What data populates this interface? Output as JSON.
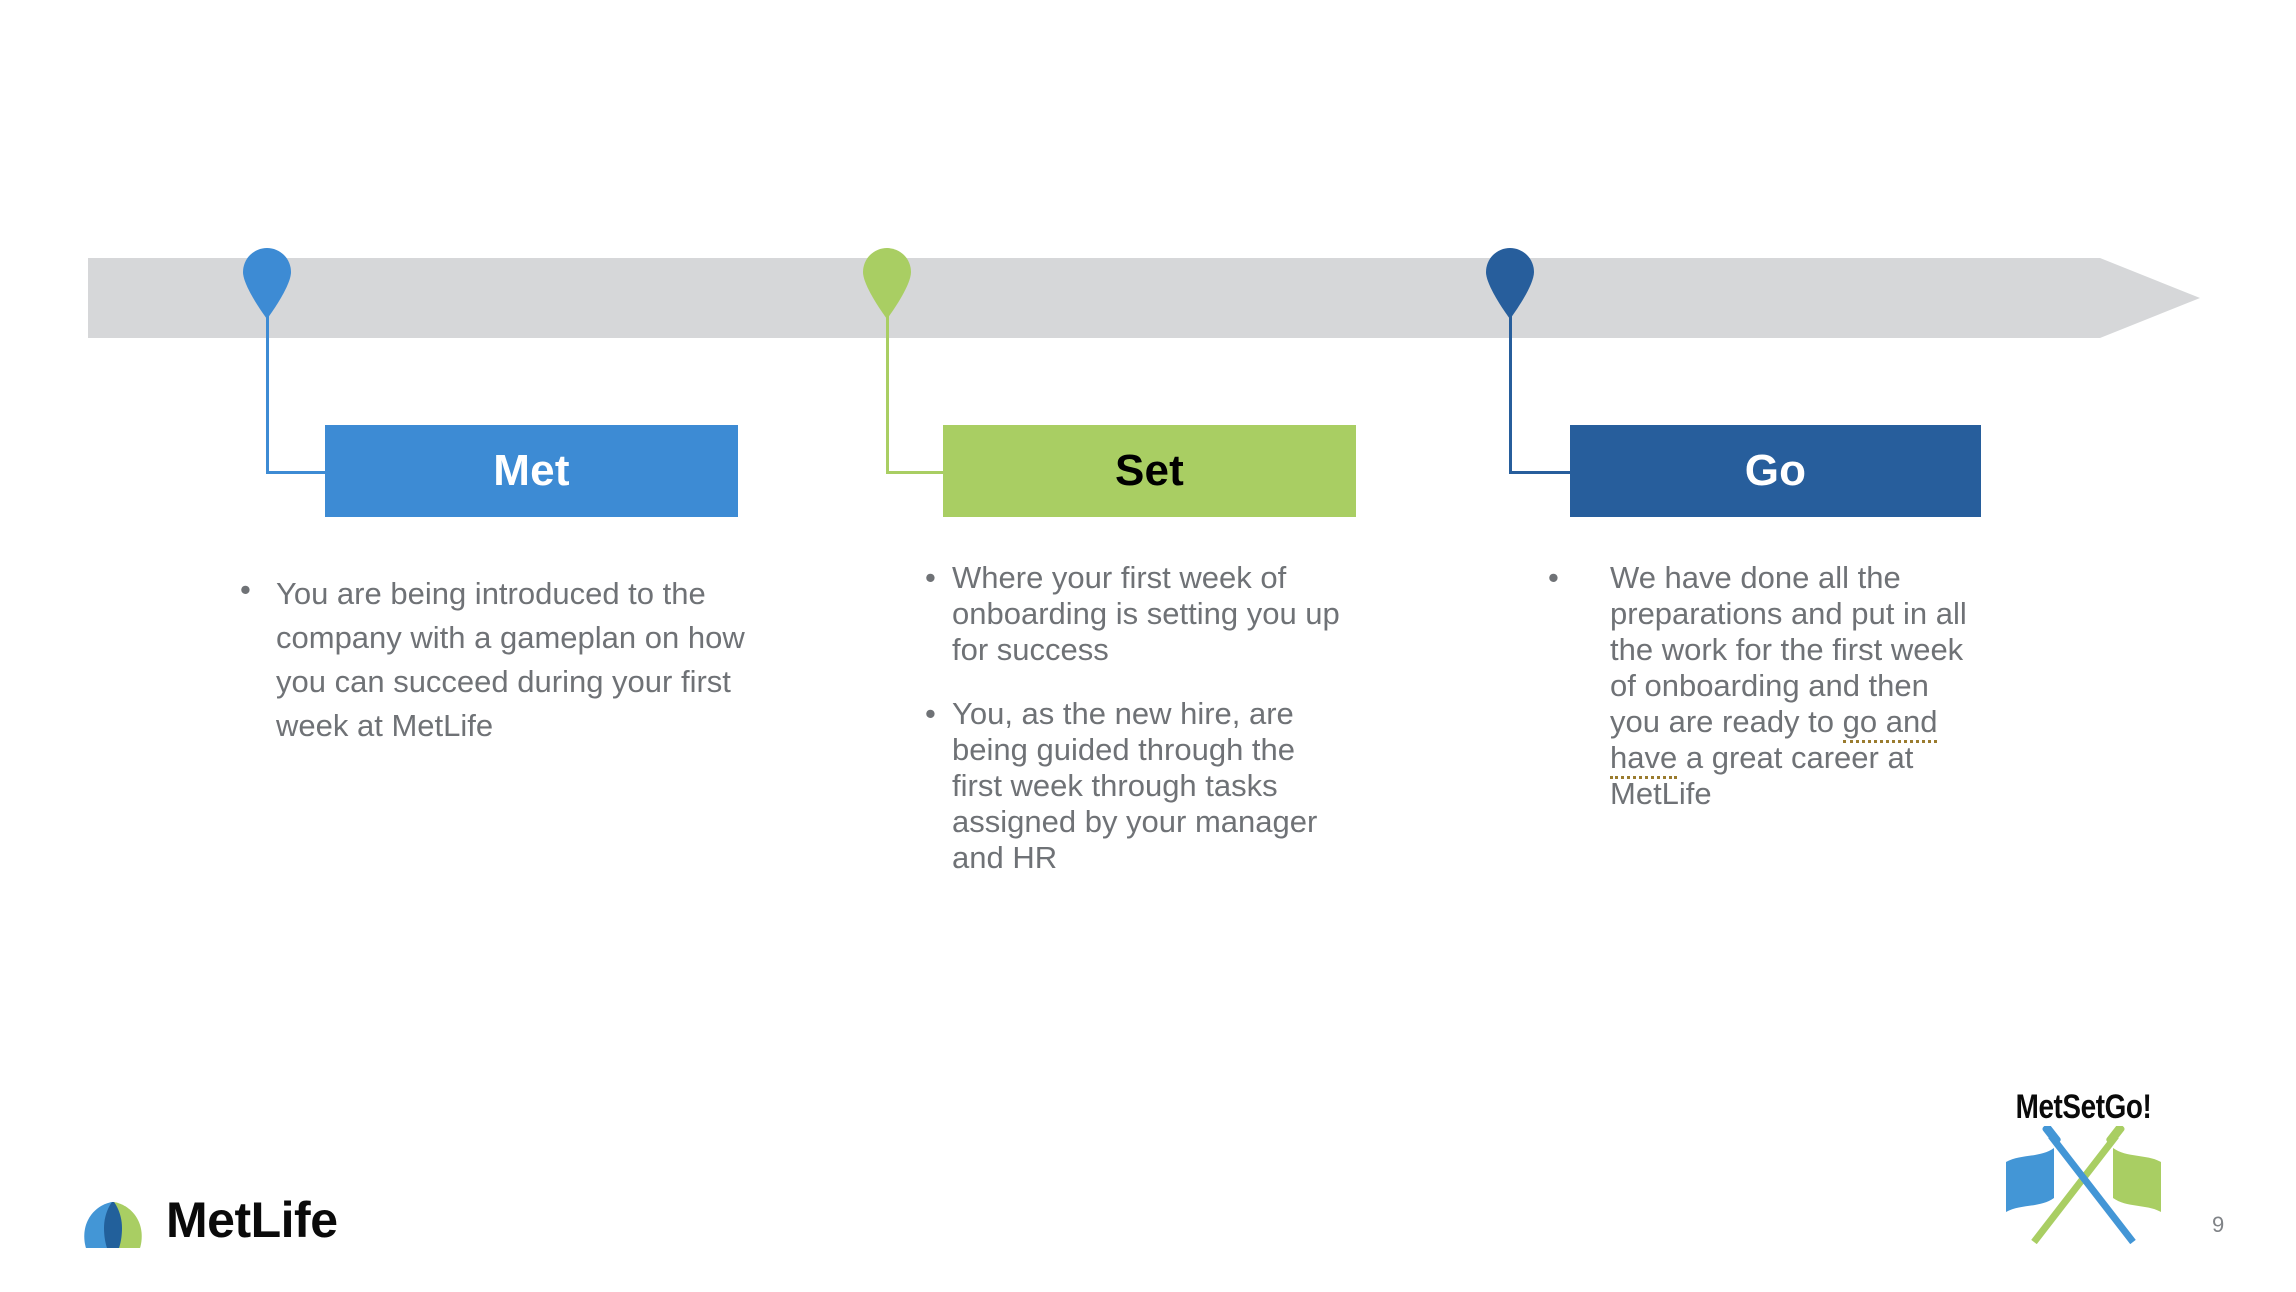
{
  "slide": {
    "number": "9",
    "background": "#ffffff"
  },
  "colors": {
    "light_blue": "#3d8bd4",
    "green": "#a9ce63",
    "dark_blue": "#275e9c",
    "arrow_gray": "#d6d7d9",
    "body_text_gray": "#6f7276",
    "grammar_underline": "#9a7b2e"
  },
  "timeline": {
    "name": "milestone-arrow",
    "markers": [
      {
        "label": "Met",
        "color": "#3d8bd4"
      },
      {
        "label": "Set",
        "color": "#a9ce63"
      },
      {
        "label": "Go",
        "color": "#275e9c"
      }
    ]
  },
  "stages": [
    {
      "title": "Met",
      "box_color": "#3d8bd4",
      "title_color": "#ffffff",
      "bullet_char": "•",
      "bullets": [
        "You are being introduced to the company with a gameplan on how you can succeed during your first week at MetLife"
      ]
    },
    {
      "title": "Set",
      "box_color": "#a9ce63",
      "title_color": "#000000",
      "bullet_char": "•",
      "bullets": [
        "Where your first week of onboarding is setting you up for success",
        "You, as the new hire, are being guided through the first week through tasks assigned by your manager and HR"
      ]
    },
    {
      "title": "Go",
      "box_color": "#275e9c",
      "title_color": "#ffffff",
      "bullet_char": "•",
      "bullets_rich": [
        {
          "prefix": "We have done all the preparations and put in all the work for the first week of onboarding and then you are ready to ",
          "flagged": "go and have",
          "suffix": " a great career at MetLife"
        }
      ]
    }
  ],
  "branding": {
    "metlife_wordmark": "MetLife",
    "metsetgo_wordmark": "MetSetGo!"
  }
}
